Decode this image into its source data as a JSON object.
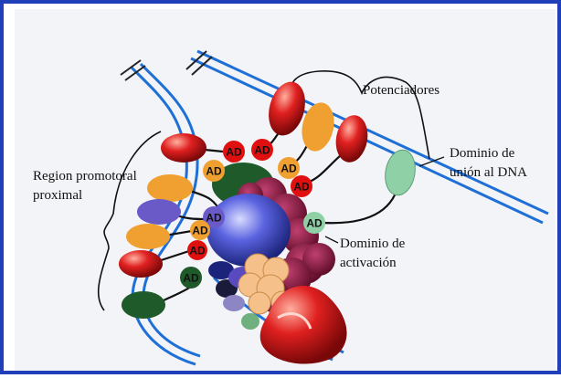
{
  "labels": {
    "enhancers": "Potenciadores",
    "dna_binding_line1": "Dominio de",
    "dna_binding_line2": "unión al DNA",
    "promoter_line1": "Region promotoral",
    "promoter_line2": "proximal",
    "activation_line1": "Dominio de",
    "activation_line2": "activación"
  },
  "domain_tag": "AD",
  "colors": {
    "frame": "#1f40b8",
    "dna": "#1e6fd6",
    "activator_red": "#e01010",
    "activator_orange": "#f0a030",
    "activator_purple": "#6a5ac8",
    "activator_green": "#1f5a2a",
    "dna_binding_domain": "#8fd0a6",
    "rna_polymerase": "#e23030",
    "mediator_maroon": "#8b1a3a",
    "tfiid_blue": "#3a4bd0"
  }
}
